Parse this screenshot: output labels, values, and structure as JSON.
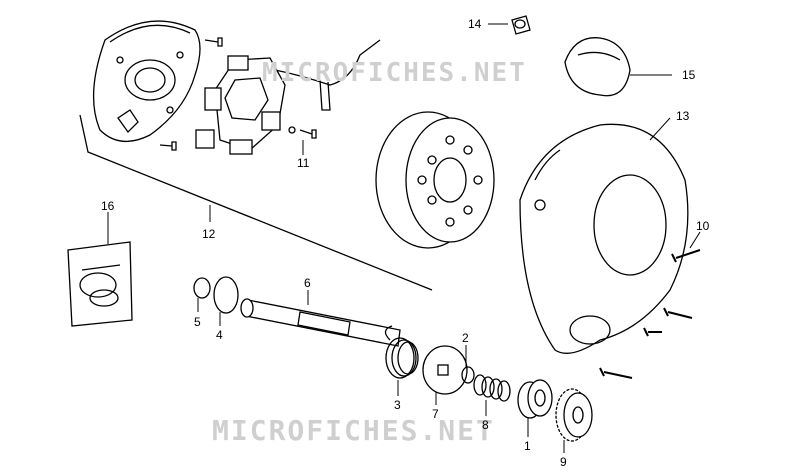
{
  "watermark": {
    "top": "MICROFICHES.NET",
    "bottom": "MICROFICHES.NET"
  },
  "callouts": {
    "p1": "1",
    "p2": "2",
    "p3": "3",
    "p4": "4",
    "p5": "5",
    "p6": "6",
    "p7": "7",
    "p8": "8",
    "p9": "9",
    "p10": "10",
    "p11": "11",
    "p12": "12",
    "p13": "13",
    "p14": "14",
    "p15": "15",
    "p16": "16"
  },
  "colors": {
    "line": "#000000",
    "watermark": "#cfcfcf",
    "background": "#ffffff"
  }
}
